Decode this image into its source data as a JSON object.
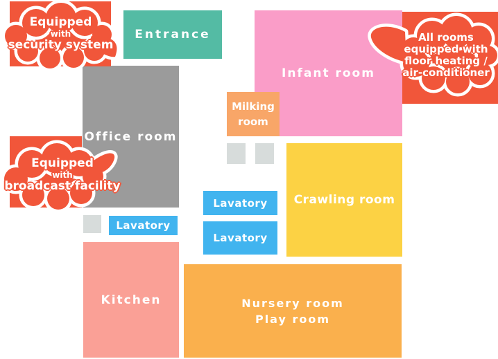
{
  "rooms": [
    {
      "id": "entrance",
      "label": "Entrance"
    },
    {
      "id": "infant-room",
      "label": "Infant room"
    },
    {
      "id": "office-room",
      "label": "Office room"
    },
    {
      "id": "milking-room",
      "label": "Milking room"
    },
    {
      "id": "crawling-room",
      "label": "Crawling room"
    },
    {
      "id": "lavatory-center-top",
      "label": "Lavatory"
    },
    {
      "id": "lavatory-center-bottom",
      "label": "Lavatory"
    },
    {
      "id": "lavatory-west",
      "label": "Lavatory"
    },
    {
      "id": "kitchen",
      "label": "Kitchen"
    },
    {
      "id": "nursery-room",
      "label": "Nursery room",
      "sublabel": "Play room"
    }
  ],
  "bubbles": [
    {
      "id": "security-system",
      "lines": [
        "Equipped",
        "with",
        "security system"
      ]
    },
    {
      "id": "broadcast-facility",
      "lines": [
        "Equipped",
        "with",
        "broadcast facility"
      ]
    },
    {
      "id": "floor-heating",
      "lines": [
        "All rooms",
        "equipped with",
        "floor heating /",
        "air-conditioner"
      ]
    }
  ],
  "colors": {
    "bubble_orange": "#f1563a",
    "entrance_teal": "#54bba4",
    "infant_pink": "#fa9dc8",
    "office_gray": "#9b9b9b",
    "milking_orange": "#f8a668",
    "crawling_yellow": "#fcd244",
    "lavatory_blue": "#41b4ef",
    "kitchen_salmon": "#faa096",
    "nursery_orange": "#fab04d",
    "fixture_gray": "#d7dcdb"
  }
}
